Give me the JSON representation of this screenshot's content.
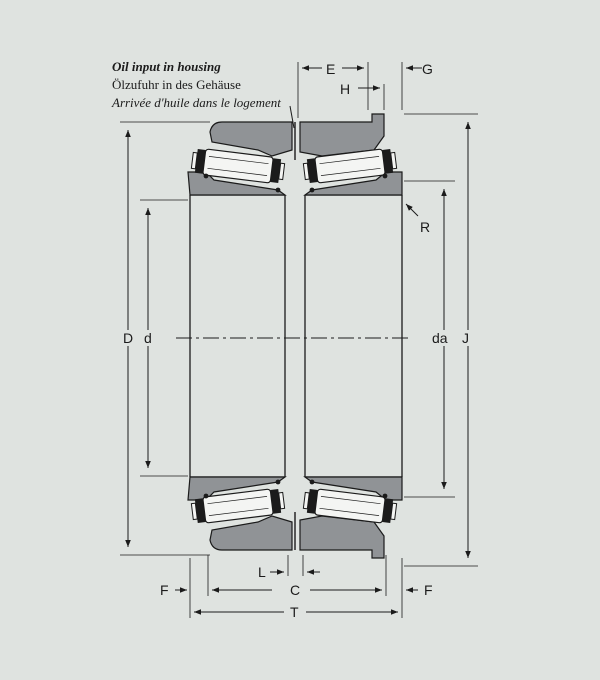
{
  "caption": {
    "line1": "Oil input in housing",
    "line2": "Ölzufuhr in des Gehäuse",
    "line3": "Arrivée d'huile dans le logement"
  },
  "dimensions": {
    "E": "E",
    "G": "G",
    "H": "H",
    "R": "R",
    "D": "D",
    "d": "d",
    "da": "da",
    "J": "J",
    "L": "L",
    "C": "C",
    "F_left": "F",
    "F_right": "F",
    "T": "T"
  },
  "colors": {
    "background": "#dfe3e0",
    "ring_fill": "#909396",
    "line": "#1b1b1b"
  }
}
